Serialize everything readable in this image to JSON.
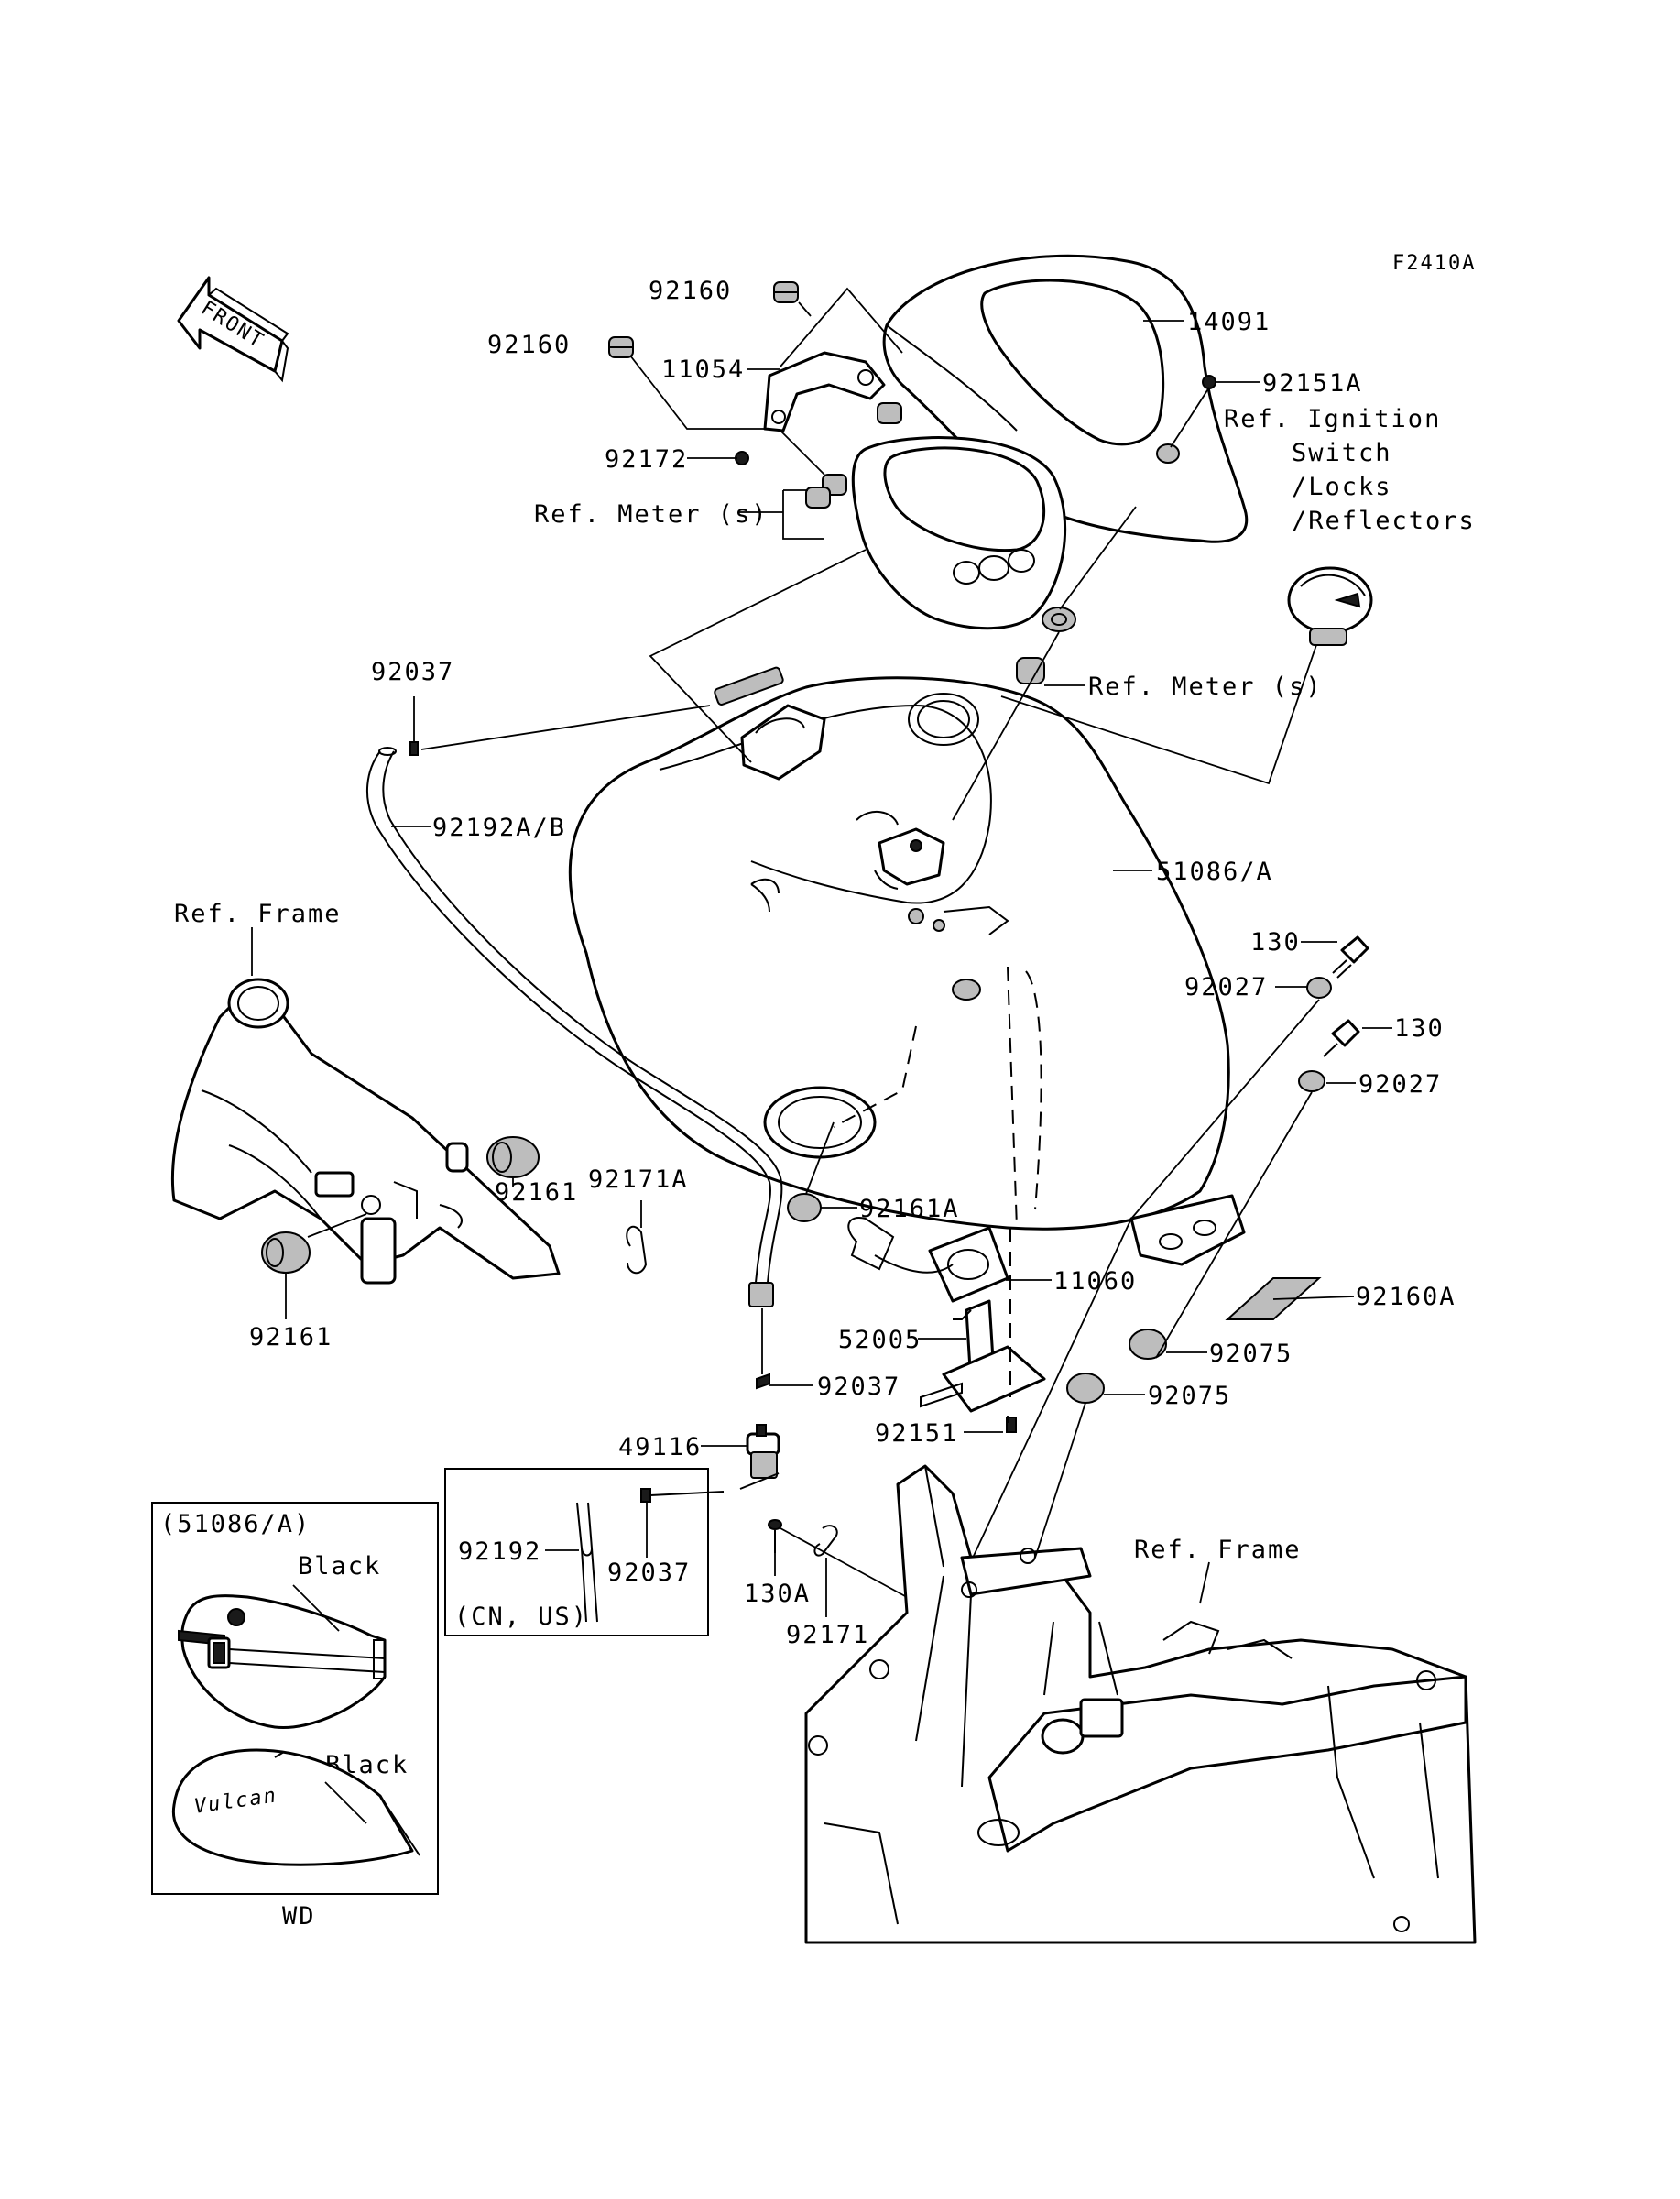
{
  "figure_code": "F2410A",
  "front_marker": "FRONT",
  "callouts": {
    "p92160_top": "92160",
    "p92160_left": "92160",
    "p11054": "11054",
    "p14091": "14091",
    "p92151A": "92151A",
    "ref_ignition_1": "Ref. Ignition",
    "ref_ignition_2": "Switch",
    "ref_ignition_3": "/Locks",
    "ref_ignition_4": "/Reflectors",
    "p92172": "92172",
    "ref_meter_top": "Ref. Meter (s)",
    "ref_meter_mid": "Ref. Meter (s)",
    "p92037_top": "92037",
    "p92192AB": "92192A/B",
    "p51086A": "51086/A",
    "ref_frame_left": "Ref. Frame",
    "p130_a": "130",
    "p92027_a": "92027",
    "p130_b": "130",
    "p92027_b": "92027",
    "p92161_right": "92161",
    "p92171A": "92171A",
    "p92161A": "92161A",
    "p92161_bottom": "92161",
    "p11060": "11060",
    "p92160A": "92160A",
    "p52005": "52005",
    "p92075_a": "92075",
    "p92075_b": "92075",
    "p92037_mid": "92037",
    "p92151": "92151",
    "p49116": "49116",
    "p92192": "92192",
    "p92037_box": "92037",
    "cn_us": "(CN, US)",
    "p130A": "130A",
    "p92171": "92171",
    "ref_frame_right": "Ref. Frame"
  },
  "inset": {
    "title": "(51086/A)",
    "label_top": "Black",
    "label_bottom": "Black",
    "emblem": "Vulcan",
    "caption": "WD"
  }
}
